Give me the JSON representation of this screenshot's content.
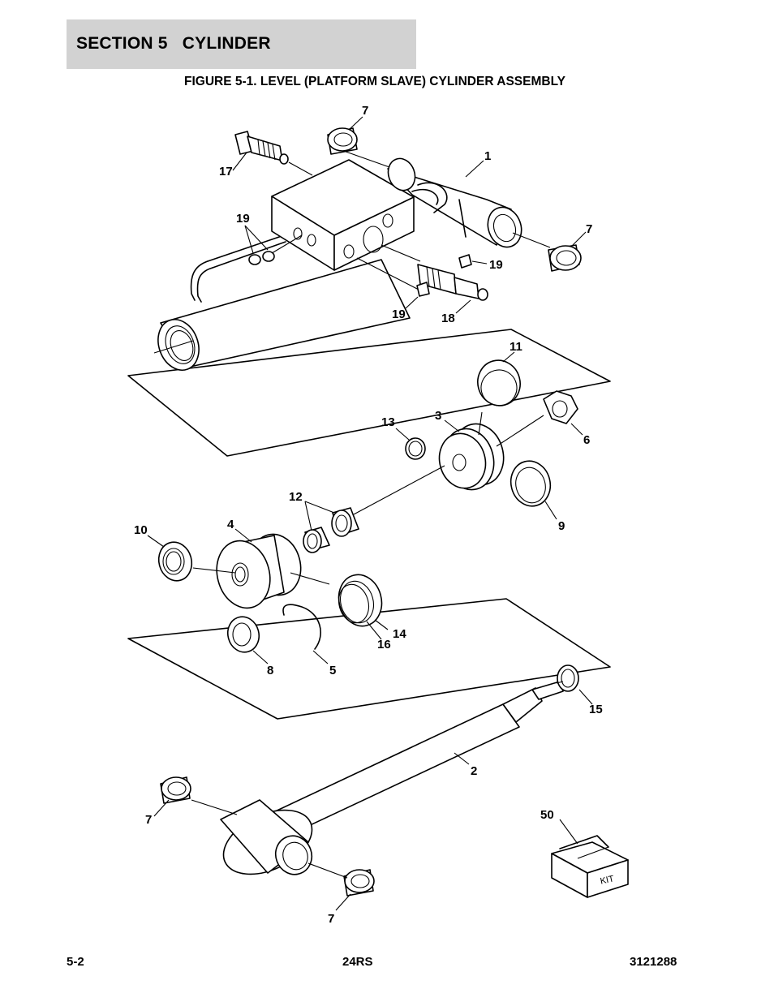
{
  "section": {
    "title": "SECTION 5   CYLINDER"
  },
  "figure": {
    "title": "FIGURE 5-1. LEVEL (PLATFORM SLAVE) CYLINDER ASSEMBLY"
  },
  "callouts": {
    "c7_top": "7",
    "c1": "1",
    "c17": "17",
    "c19_left": "19",
    "c7_right": "7",
    "c19_right": "19",
    "c19_bottom": "19",
    "c18": "18",
    "c11": "11",
    "c13": "13",
    "c3": "3",
    "c6": "6",
    "c9": "9",
    "c12": "12",
    "c10": "10",
    "c4": "4",
    "c14": "14",
    "c16": "16",
    "c8": "8",
    "c5": "5",
    "c15": "15",
    "c2": "2",
    "c50": "50",
    "c7_lower_left": "7",
    "c7_bottom": "7"
  },
  "kit_label": "KIT",
  "footer": {
    "page": "5-2",
    "model": "24RS",
    "doc_number": "3121288"
  }
}
